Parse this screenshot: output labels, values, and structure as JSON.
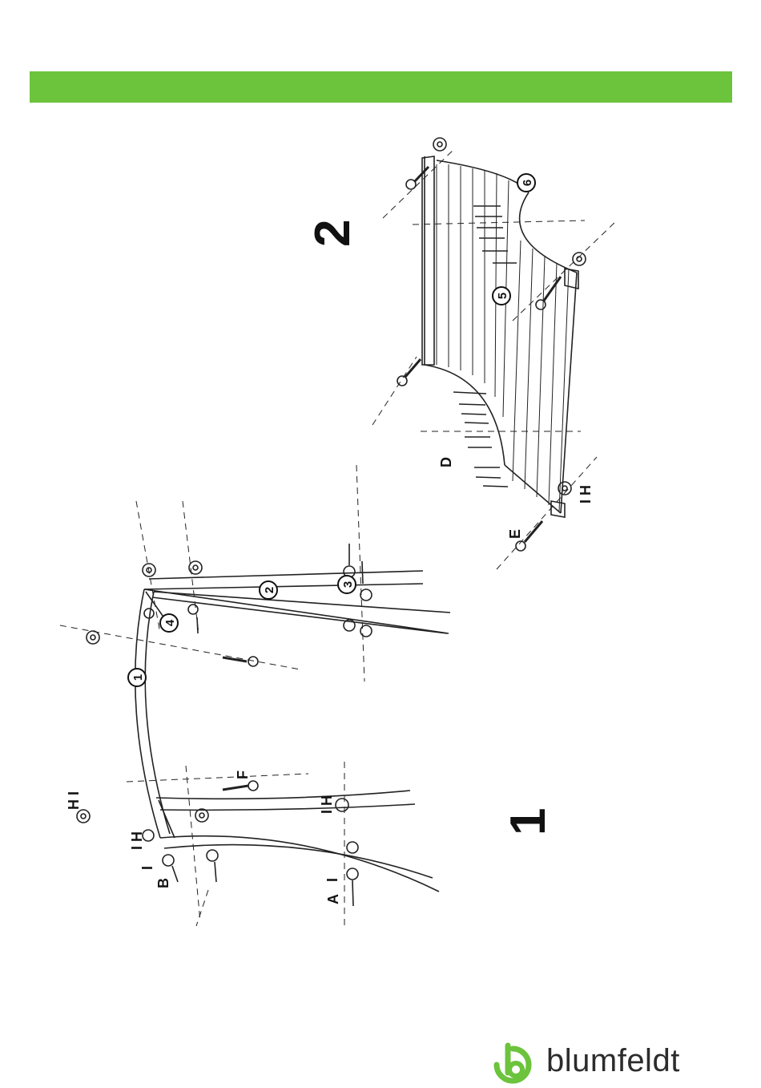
{
  "header": {
    "bar_color": "#6cc33c"
  },
  "steps": {
    "step1": "1",
    "step2": "2"
  },
  "parts": {
    "p1": "1",
    "p2": "2",
    "p3": "3",
    "p4": "4",
    "p5": "5",
    "p6": "6"
  },
  "hardware": {
    "A": "A",
    "B": "B",
    "D": "D",
    "E": "E",
    "F": "F",
    "IH_top_left": "H I",
    "IH_mid_left": "I H",
    "I_left": "I",
    "I_bottom": "I",
    "IH_mid": "I H",
    "IH_right": "I H"
  },
  "brand": {
    "name": "blumfeldt",
    "logo_color": "#6cc33c"
  }
}
